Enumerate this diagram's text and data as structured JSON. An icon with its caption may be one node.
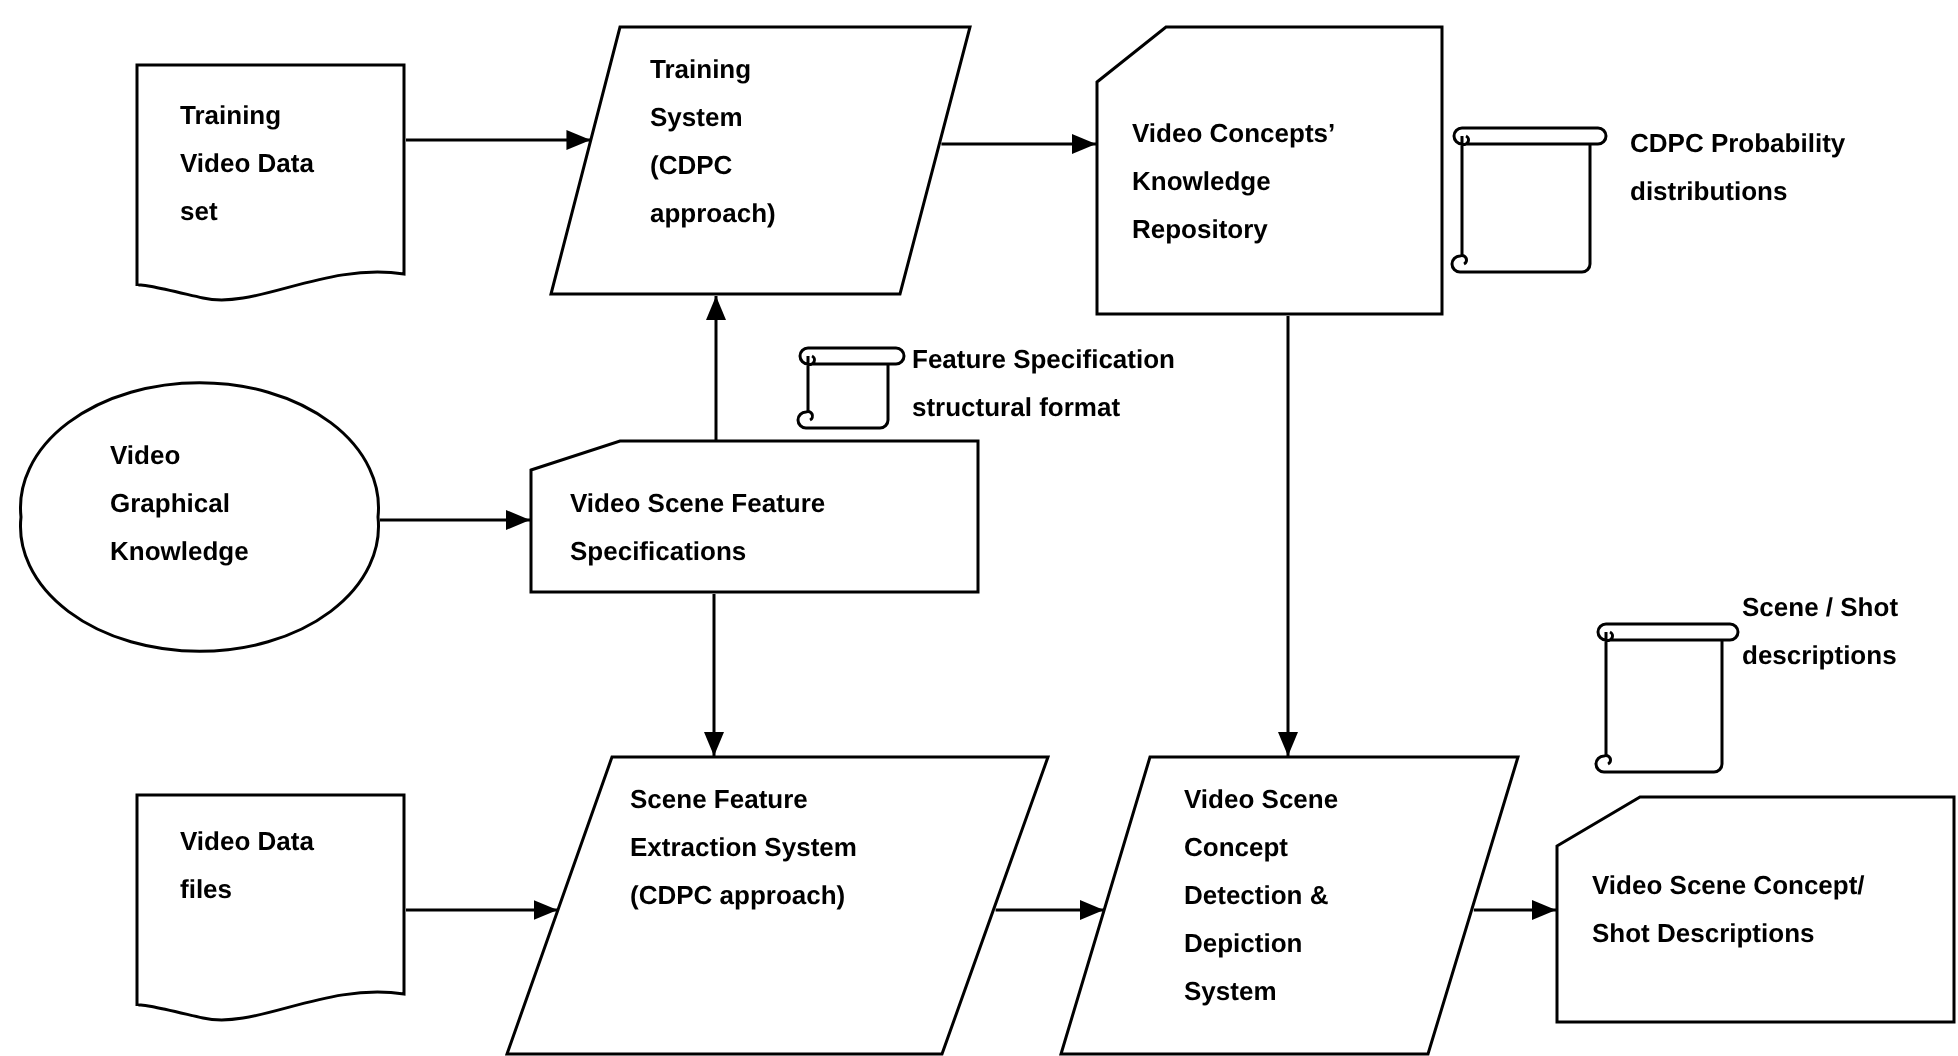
{
  "diagram": {
    "nodes": [
      {
        "text": [
          "Training Video Data set"
        ]
      },
      {
        "text": [
          "Training System (CDPC approach)"
        ]
      },
      {
        "text": [
          "Video Concepts’ Knowledge Repository"
        ]
      },
      {
        "text": [
          "CDPC Probability distributions"
        ]
      },
      {
        "text": [
          "Feature Specification structural format"
        ]
      },
      {
        "text": [
          "Video Graphical Knowledge"
        ]
      },
      {
        "text": [
          "Video Scene Feature Specifications"
        ]
      },
      {
        "text": [
          "Scene / Shot descriptions"
        ]
      },
      {
        "text": [
          "Video Data files"
        ]
      },
      {
        "text": [
          "Scene Feature Extraction System (CDPC approach)"
        ]
      },
      {
        "text": [
          "Video Scene Concept Detection & Depiction System"
        ]
      },
      {
        "text": [
          "Video Scene Concept/ Shot Descriptions"
        ]
      }
    ],
    "edges": [
      {
        "from": 0,
        "to": 1,
        "arrow": "to"
      },
      {
        "from": 1,
        "to": 2,
        "arrow": "to"
      },
      {
        "from": 6,
        "to": 1,
        "arrow": "to"
      },
      {
        "from": 5,
        "to": 6,
        "arrow": "to"
      },
      {
        "from": 6,
        "to": 9,
        "arrow": "to"
      },
      {
        "from": 2,
        "to": 10,
        "arrow": "to"
      },
      {
        "from": 8,
        "to": 9,
        "arrow": "to"
      },
      {
        "from": 9,
        "to": 10,
        "arrow": "to"
      },
      {
        "from": 10,
        "to": 11,
        "arrow": "to"
      }
    ]
  }
}
